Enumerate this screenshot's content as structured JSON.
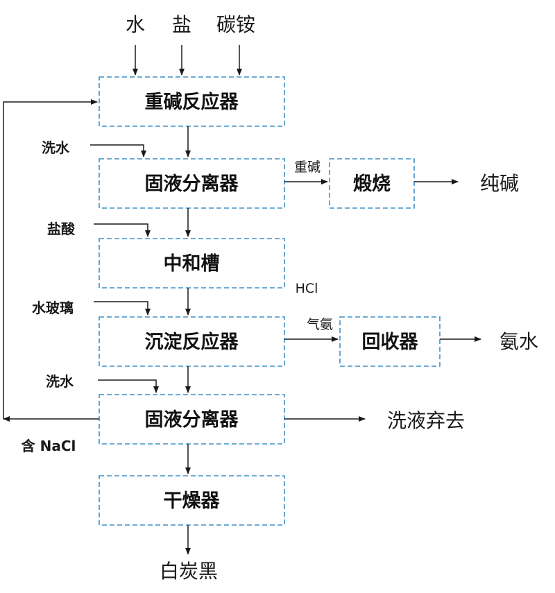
{
  "colors": {
    "box_border": "#3f8fc6",
    "line": "#1a1a1a",
    "text": "#1a1a1a"
  },
  "inputs": {
    "water": "水",
    "salt": "盐",
    "ammonium_bicarbonate": "碳铵"
  },
  "boxes": {
    "heavy_soda_reactor": "重碱反应器",
    "separator_1": "固液分离器",
    "calcination": "煅烧",
    "neutralization_tank": "中和槽",
    "precipitation_reactor": "沉淀反应器",
    "recovery": "回收器",
    "separator_2": "固液分离器",
    "dryer": "干燥器"
  },
  "side_inputs": {
    "wash_water_1": "洗水",
    "hydrochloric_acid": "盐酸",
    "water_glass": "水玻璃",
    "wash_water_2": "洗水"
  },
  "flow_labels": {
    "heavy_soda": "重碱",
    "hcl": "HCl",
    "ammonia_gas": "气氨",
    "nacl_recycle": "含 NaCl"
  },
  "outputs": {
    "soda_ash": "纯碱",
    "ammonia_water": "氨水",
    "wash_liquid_discard": "洗液弃去",
    "white_carbon_black": "白炭黑"
  }
}
